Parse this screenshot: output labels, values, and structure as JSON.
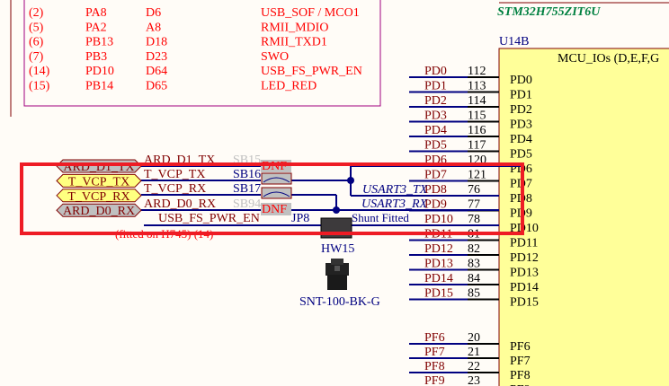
{
  "table": {
    "rows": [
      {
        "num": "(2)",
        "pin": "PA8",
        "arduino": "D6",
        "signal": "USB_SOF / MCO1"
      },
      {
        "num": "(5)",
        "pin": "PA2",
        "arduino": "A8",
        "signal": "RMII_MDIO"
      },
      {
        "num": "(6)",
        "pin": "PB13",
        "arduino": "D18",
        "signal": "RMII_TXD1"
      },
      {
        "num": "(7)",
        "pin": "PB3",
        "arduino": "D23",
        "signal": "SWO"
      },
      {
        "num": "(14)",
        "pin": "PD10",
        "arduino": "D64",
        "signal": "USB_FS_PWR_EN"
      },
      {
        "num": "(15)",
        "pin": "PB14",
        "arduino": "D65",
        "signal": "LED_RED"
      }
    ]
  },
  "chip": {
    "part": "STM32H755ZIT6U",
    "designator": "U14B",
    "title": "MCU_IOs (D,E,F,G",
    "pins": [
      {
        "name": "PD0",
        "num": "112"
      },
      {
        "name": "PD1",
        "num": "113"
      },
      {
        "name": "PD2",
        "num": "114"
      },
      {
        "name": "PD3",
        "num": "115"
      },
      {
        "name": "PD4",
        "num": "116"
      },
      {
        "name": "PD5",
        "num": "117"
      },
      {
        "name": "PD6",
        "num": "120"
      },
      {
        "name": "PD7",
        "num": "121"
      },
      {
        "name": "PD8",
        "num": "76"
      },
      {
        "name": "PD9",
        "num": "77"
      },
      {
        "name": "PD10",
        "num": "78"
      },
      {
        "name": "PD11",
        "num": "81"
      },
      {
        "name": "PD12",
        "num": "82"
      },
      {
        "name": "PD13",
        "num": "83"
      },
      {
        "name": "PD14",
        "num": "84"
      },
      {
        "name": "PD15",
        "num": "85"
      }
    ],
    "pins_f": [
      {
        "name": "PF6",
        "num": "20"
      },
      {
        "name": "PF7",
        "num": "21"
      },
      {
        "name": "PF8",
        "num": "22"
      },
      {
        "name": "PF9",
        "num": "23"
      }
    ]
  },
  "ports": [
    {
      "label": "ARD_D1_TX",
      "color": "#c0c0c0"
    },
    {
      "label": "T_VCP_TX",
      "color": "#ffff80"
    },
    {
      "label": "T_VCP_RX",
      "color": "#ffff80"
    },
    {
      "label": "ARD_D0_RX",
      "color": "#c0c0c0"
    }
  ],
  "wires": {
    "ard_d1_tx": "ARD_D1_TX",
    "t_vcp_tx": "T_VCP_TX",
    "t_vcp_rx": "T_VCP_RX",
    "ard_d0_rx": "ARD_D0_RX",
    "usb_fs_pwr_en": "USB_FS_PWR_EN",
    "usart3_tx": "USART3_TX",
    "usart3_rx": "USART3_RX",
    "shunt": "Shunt Fitted",
    "fitted_note": "(fitted on H745) (14)"
  },
  "bridges": {
    "sb15": "SB15",
    "sb16": "SB16",
    "sb17": "SB17",
    "sb94": "SB94",
    "dnf": "DNF"
  },
  "jumper": {
    "ref": "JP8",
    "hw": "HW15",
    "part": "SNT-100-BK-G"
  },
  "colors": {
    "wire": "#000080",
    "label": "#800000",
    "table": "#ff0000",
    "highlight": "#ee1c25",
    "chip_fill": "#ffff99",
    "part_text": "#008040"
  }
}
